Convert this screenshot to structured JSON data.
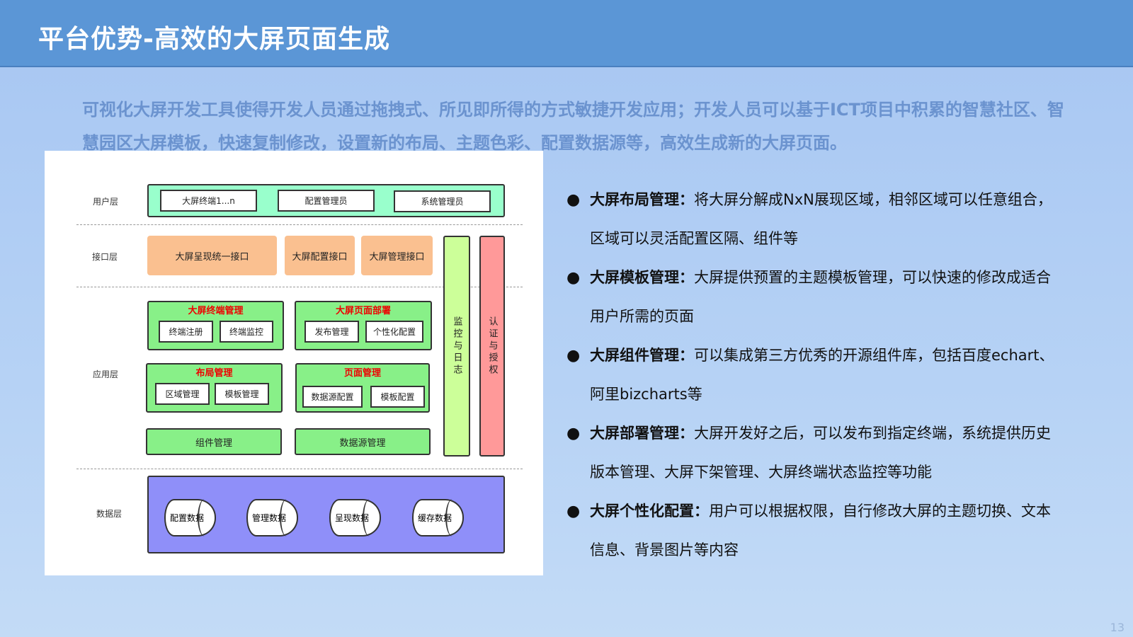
{
  "title": "平台优势-高效的大屏页面生成",
  "intro": "可视化大屏开发工具使得开发人员通过拖拽式、所见即所得的方式敏捷开发应用；开发人员可以基于ICT项目中积累的智慧社区、智慧园区大屏模板，快速复制修改，设置新的布局、主题色彩、配置数据源等，高效生成新的大屏页面。",
  "diagram": {
    "layers": {
      "user": "用户层",
      "interface": "接口层",
      "app": "应用层",
      "data": "数据层"
    },
    "user": [
      "大屏终端1...n",
      "配置管理员",
      "系统管理员"
    ],
    "interface": [
      "大屏呈现统一接口",
      "大屏配置接口",
      "大屏管理接口"
    ],
    "monitor": "监控与日志",
    "auth": "认证与授权",
    "groups": [
      {
        "title": "大屏终端管理",
        "items": [
          "终端注册",
          "终端监控"
        ]
      },
      {
        "title": "大屏页面部署",
        "items": [
          "发布管理",
          "个性化配置"
        ]
      },
      {
        "title": "布局管理",
        "items": [
          "区域管理",
          "模板管理"
        ]
      },
      {
        "title": "页面管理",
        "items": [
          "数据源配置",
          "模板配置"
        ]
      }
    ],
    "components": "组件管理",
    "datasource": "数据源管理",
    "data": [
      "配置数据",
      "管理数据",
      "呈现数据",
      "缓存数据"
    ]
  },
  "bullets": [
    {
      "head": "大屏布局管理：",
      "text": "将大屏分解成NxN展现区域，相邻区域可以任意组合，区域可以灵活配置区隔、组件等"
    },
    {
      "head": "大屏模板管理：",
      "text": "大屏提供预置的主题模板管理，可以快速的修改成适合用户所需的页面"
    },
    {
      "head": "大屏组件管理：",
      "text": "可以集成第三方优秀的开源组件库，包括百度echart、阿里bizcharts等"
    },
    {
      "head": "大屏部署管理：",
      "text": "大屏开发好之后，可以发布到指定终端，系统提供历史版本管理、大屏下架管理、大屏终端状态监控等功能"
    },
    {
      "head": "大屏个性化配置：",
      "text": "用户可以根据权限，自行修改大屏的主题切换、文本信息、背景图片等内容"
    }
  ],
  "page": "13"
}
